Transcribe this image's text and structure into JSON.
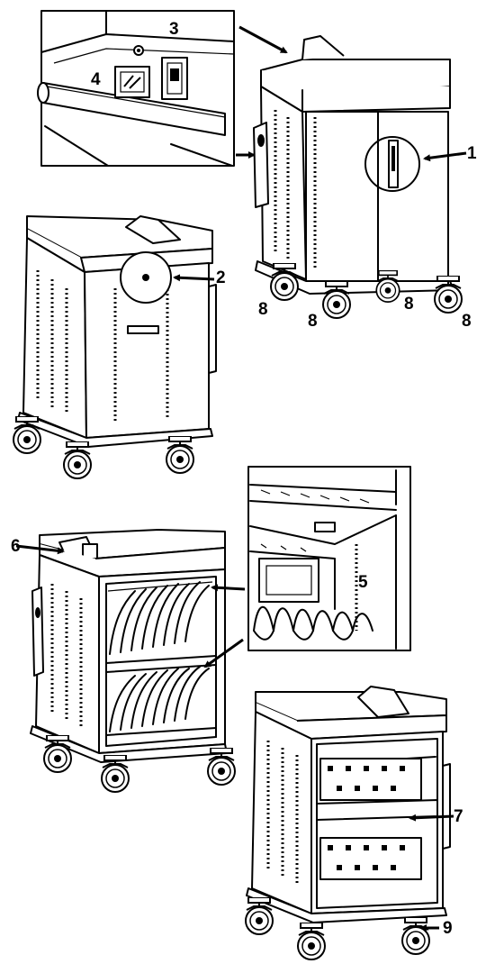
{
  "labels": {
    "l1": "1",
    "l2": "2",
    "l3": "3",
    "l4": "4",
    "l5": "5",
    "l6": "6",
    "l7": "7",
    "l8a": "8",
    "l8b": "8",
    "l8c": "8",
    "l8d": "8",
    "l9": "9"
  },
  "colors": {
    "line": "#000000",
    "background": "#ffffff"
  }
}
